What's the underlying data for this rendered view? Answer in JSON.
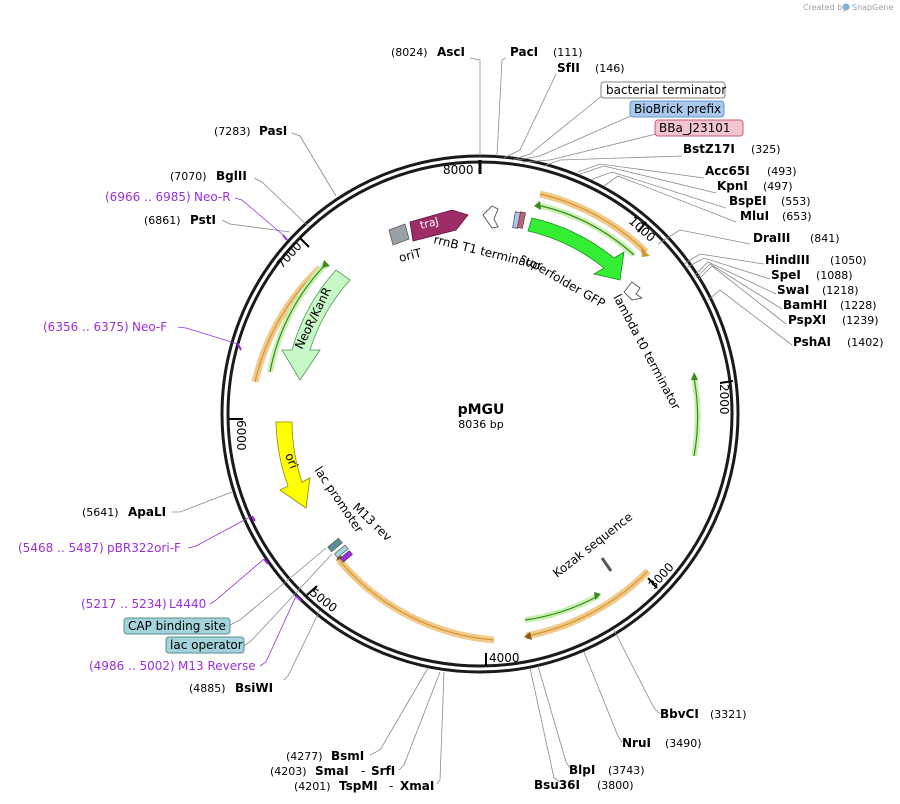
{
  "brand": {
    "created_by": "Created by",
    "app": "SnapGene",
    "accent": "#7fb3d5"
  },
  "plasmid": {
    "name": "pMGU",
    "length_label": "8036 bp",
    "length": 8036
  },
  "ticks": [
    "1000",
    "2000",
    "3000",
    "4000",
    "5000",
    "6000",
    "7000",
    "8000"
  ],
  "sites_top": [
    {
      "pos": "(8024)",
      "name": "AscI"
    },
    {
      "pos": "(111)",
      "name": "PacI"
    },
    {
      "pos": "(146)",
      "name": "SfII"
    },
    {
      "pos": "(7283)",
      "name": "PasI"
    },
    {
      "pos": "(7070)",
      "name": "BglII"
    },
    {
      "pos": "(6861)",
      "name": "PstI"
    },
    {
      "pos": "(325)",
      "name": "BstZ17I"
    },
    {
      "pos": "(493)",
      "name": "Acc65I"
    },
    {
      "pos": "(497)",
      "name": "KpnI"
    },
    {
      "pos": "(553)",
      "name": "BspEI"
    },
    {
      "pos": "(653)",
      "name": "MluI"
    },
    {
      "pos": "(841)",
      "name": "DraIII"
    },
    {
      "pos": "(1050)",
      "name": "HindIII"
    },
    {
      "pos": "(1088)",
      "name": "SpeI"
    },
    {
      "pos": "(1218)",
      "name": "SwaI"
    },
    {
      "pos": "(1228)",
      "name": "BamHI"
    },
    {
      "pos": "(1239)",
      "name": "PspXI"
    },
    {
      "pos": "(1402)",
      "name": "PshAI"
    },
    {
      "pos": "(5641)",
      "name": "ApaLI"
    },
    {
      "pos": "(4885)",
      "name": "BsiWI"
    },
    {
      "pos": "(3321)",
      "name": "BbvCI"
    },
    {
      "pos": "(3490)",
      "name": "NruI"
    },
    {
      "pos": "(3743)",
      "name": "BlpI"
    },
    {
      "pos": "(3800)",
      "name": "Bsu36I"
    },
    {
      "pos": "(4277)",
      "name": "BsmI"
    },
    {
      "pos": "(4203)",
      "name": "SmaI"
    },
    {
      "pos": "(4201)",
      "name": "TspMI"
    }
  ],
  "site_pairs": [
    {
      "sep": "-",
      "name": "SrfI"
    },
    {
      "sep": "-",
      "name": "XmaI"
    }
  ],
  "primers": [
    {
      "range": "(6966 .. 6985)",
      "name": "Neo-R"
    },
    {
      "range": "(6356 .. 6375)",
      "name": "Neo-F"
    },
    {
      "range": "(5468 .. 5487)",
      "name": "pBR322ori-F"
    },
    {
      "range": "(5217 .. 5234)",
      "name": "L4440"
    },
    {
      "range": "(4986 .. 5002)",
      "name": "M13 Reverse"
    }
  ],
  "boxed_features": [
    {
      "label": "bacterial terminator",
      "fill": "#ffffff",
      "stroke": "#808080"
    },
    {
      "label": "BioBrick prefix",
      "fill": "#a8c8ee",
      "stroke": "#6f97c9"
    },
    {
      "label": "BBa_J23101",
      "fill": "#f3c6cf",
      "stroke": "#c6606f"
    },
    {
      "label": "CAP binding site",
      "fill": "#a3d3db",
      "stroke": "#5b8e96"
    },
    {
      "label": "lac operator",
      "fill": "#a3d3db",
      "stroke": "#5b8e96"
    }
  ],
  "features": {
    "traj": "traJ",
    "orit": "oriT",
    "rrnb": "rrnB T1 terminator",
    "sfgfp": "superfolder GFP",
    "lambda": "lambda t0 terminator",
    "neokan": "NeoR/KanR",
    "ori": "ori",
    "lacprom": "lac promoter",
    "m13rev": "M13 rev",
    "kozak": "Kozak sequence"
  },
  "colors": {
    "traj": "#9e2d67",
    "sfgfp": "#33ee33",
    "neokan": "#c8f7c8",
    "ori": "#ffff00",
    "orit": "#9aa0a6",
    "orf_outer": "#f3c98b",
    "orf_inner": "#5aa02c",
    "primer": "#9b30d9"
  }
}
